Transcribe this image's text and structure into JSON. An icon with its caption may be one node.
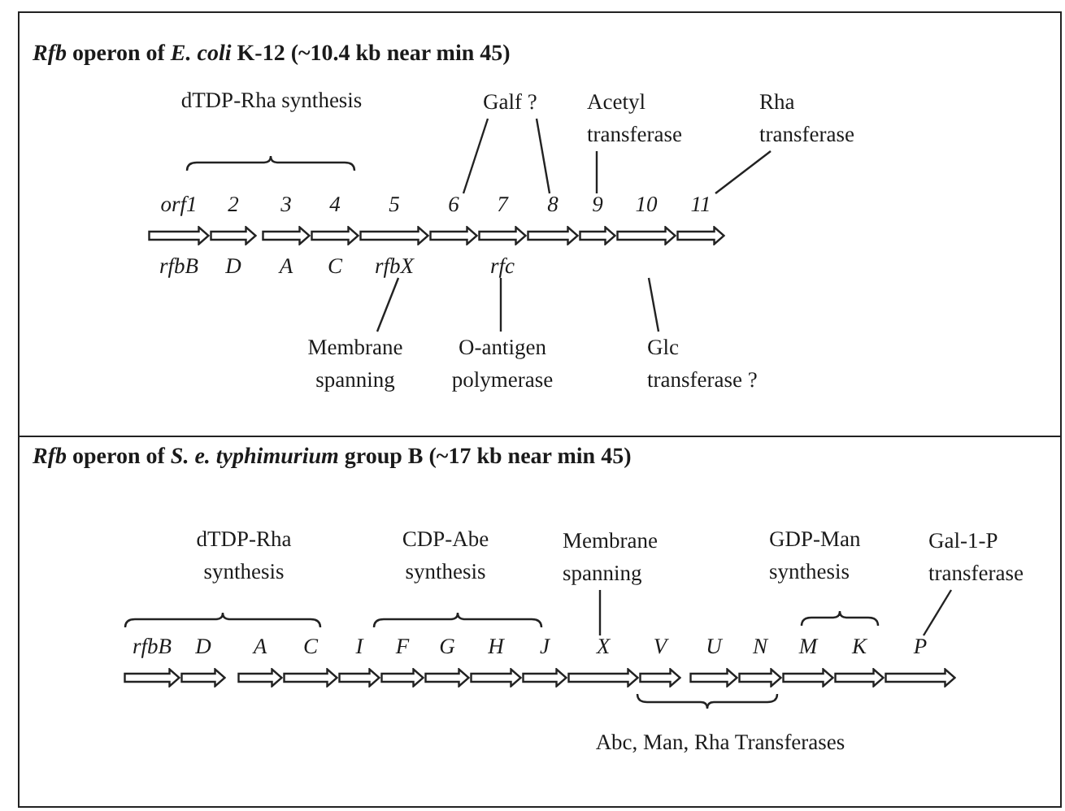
{
  "diagram": {
    "nodes": [
      {
        "text": [
          "*Rfb* operon of *E. coli* K-12 (~10.4 kb near min 45)"
        ]
      },
      {
        "text": [
          "Galf ?"
        ],
        "in": 0
      },
      {
        "text": [
          "Acetyl transferase"
        ],
        "in": 0
      },
      {
        "text": [
          "Rha transferase"
        ],
        "in": 0
      },
      {
        "text": [
          "orf1",
          "rfbB"
        ],
        "in": 0
      },
      {
        "text": [
          "2",
          "D"
        ],
        "in": 0
      },
      {
        "text": [
          "3",
          "A"
        ],
        "in": 0
      },
      {
        "text": [
          "4",
          "C"
        ],
        "in": 0
      },
      {
        "text": [
          "5",
          "rfbX"
        ],
        "in": 0
      },
      {
        "text": [
          "6"
        ],
        "in": 0
      },
      {
        "text": [
          "7",
          "rfc"
        ],
        "in": 0
      },
      {
        "text": [
          "8"
        ],
        "in": 0
      },
      {
        "text": [
          "9"
        ],
        "in": 0
      },
      {
        "text": [
          "10"
        ],
        "in": 0
      },
      {
        "text": [
          "11"
        ],
        "in": 0
      },
      {
        "text": [
          "Membrane spanning"
        ],
        "in": 0
      },
      {
        "text": [
          "O-antigen polymerase"
        ],
        "in": 0
      },
      {
        "text": [
          "Glc transferase ?"
        ],
        "in": 0
      },
      {
        "text": [
          "*Rfb* operon of *S. e. typhimurium* group B (~17 kb near min 45)"
        ]
      },
      {
        "text": [
          "Membrane spanning"
        ],
        "in": 18
      },
      {
        "text": [
          "Gal-1-P transferase"
        ],
        "in": 18
      },
      {
        "text": [
          "rfbB"
        ],
        "in": 18
      },
      {
        "text": [
          "D"
        ],
        "in": 18
      },
      {
        "text": [
          "A"
        ],
        "in": 18
      },
      {
        "text": [
          "C"
        ],
        "in": 18
      },
      {
        "text": [
          "I"
        ],
        "in": 18
      },
      {
        "text": [
          "F"
        ],
        "in": 18
      },
      {
        "text": [
          "G"
        ],
        "in": 18
      },
      {
        "text": [
          "H"
        ],
        "in": 18
      },
      {
        "text": [
          "J"
        ],
        "in": 18
      },
      {
        "text": [
          "X"
        ],
        "in": 18
      },
      {
        "text": [
          "V"
        ],
        "in": 18
      },
      {
        "text": [
          "U"
        ],
        "in": 18
      },
      {
        "text": [
          "N"
        ],
        "in": 18
      },
      {
        "text": [
          "M"
        ],
        "in": 18
      },
      {
        "text": [
          "K"
        ],
        "in": 18
      },
      {
        "text": [
          "P"
        ],
        "in": 18
      }
    ],
    "edges": [
      {
        "from": 1,
        "to": 9,
        "arrow": "none"
      },
      {
        "from": 1,
        "to": 11,
        "arrow": "none"
      },
      {
        "from": 2,
        "to": 12,
        "arrow": "none"
      },
      {
        "from": 3,
        "to": 14,
        "arrow": "none"
      },
      {
        "from": 15,
        "to": 8,
        "arrow": "none"
      },
      {
        "from": 16,
        "to": 10,
        "arrow": "none"
      },
      {
        "from": 17,
        "to": 13,
        "arrow": "none"
      },
      {
        "from": 19,
        "to": 30,
        "arrow": "none"
      },
      {
        "from": 20,
        "to": 36,
        "arrow": "none"
      }
    ],
    "labels": [
      "dTDP-Rha synthesis",
      "dTDP-Rha synthesis",
      "CDP-Abe synthesis",
      "GDP-Man synthesis",
      "Abc, Man, Rha Transferases"
    ]
  }
}
